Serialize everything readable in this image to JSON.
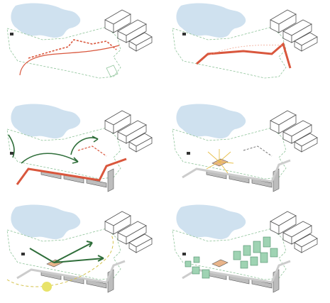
{
  "colors": {
    "water": "#cfe1ef",
    "site_boundary": "#8fc49a",
    "route": "#d9573d",
    "route_fill": "#f0a48f",
    "flow_arrow": "#2f6e3a",
    "building_stroke": "#555555",
    "building_fill": "#ffffff",
    "platform_fill": "#bdbdbd",
    "pavilion": "#e9b48a",
    "sun": "#e8e36a",
    "sun_path": "#d4c24a",
    "massing": "#9fd3b3"
  },
  "panels": [
    {
      "id": "existing-routes",
      "icons": [
        "dashed-path-icon",
        "curved-route-icon"
      ]
    },
    {
      "id": "main-axis",
      "icons": [
        "axis-route-icon"
      ]
    },
    {
      "id": "circulation",
      "icons": [
        "flow-arrow-icon"
      ]
    },
    {
      "id": "focal-pavilion",
      "icons": [
        "radiating-lines-icon"
      ]
    },
    {
      "id": "sun-views",
      "icons": [
        "sun-icon",
        "view-arrow-icon"
      ]
    },
    {
      "id": "building-massing",
      "icons": [
        "massing-block-icon"
      ]
    }
  ]
}
